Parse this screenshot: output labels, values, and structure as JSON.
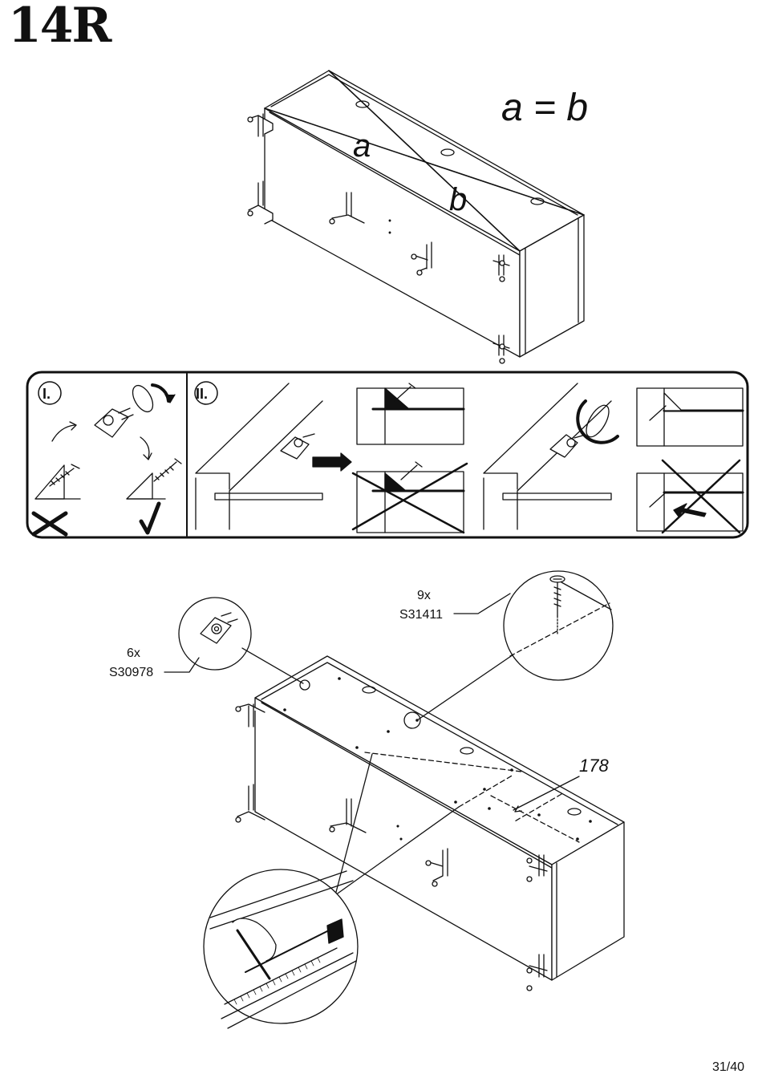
{
  "step": {
    "number": "14R"
  },
  "top_diagram": {
    "equation": "a = b",
    "label_a": "a",
    "label_b": "b"
  },
  "panel": {
    "section_1_label": "I.",
    "section_2_label": "II."
  },
  "bottom_diagram": {
    "bracket_count": "6x",
    "bracket_code": "S30978",
    "screw_count": "9x",
    "screw_code": "S31411",
    "measurement": "178"
  },
  "footer": {
    "page": "31/40"
  }
}
